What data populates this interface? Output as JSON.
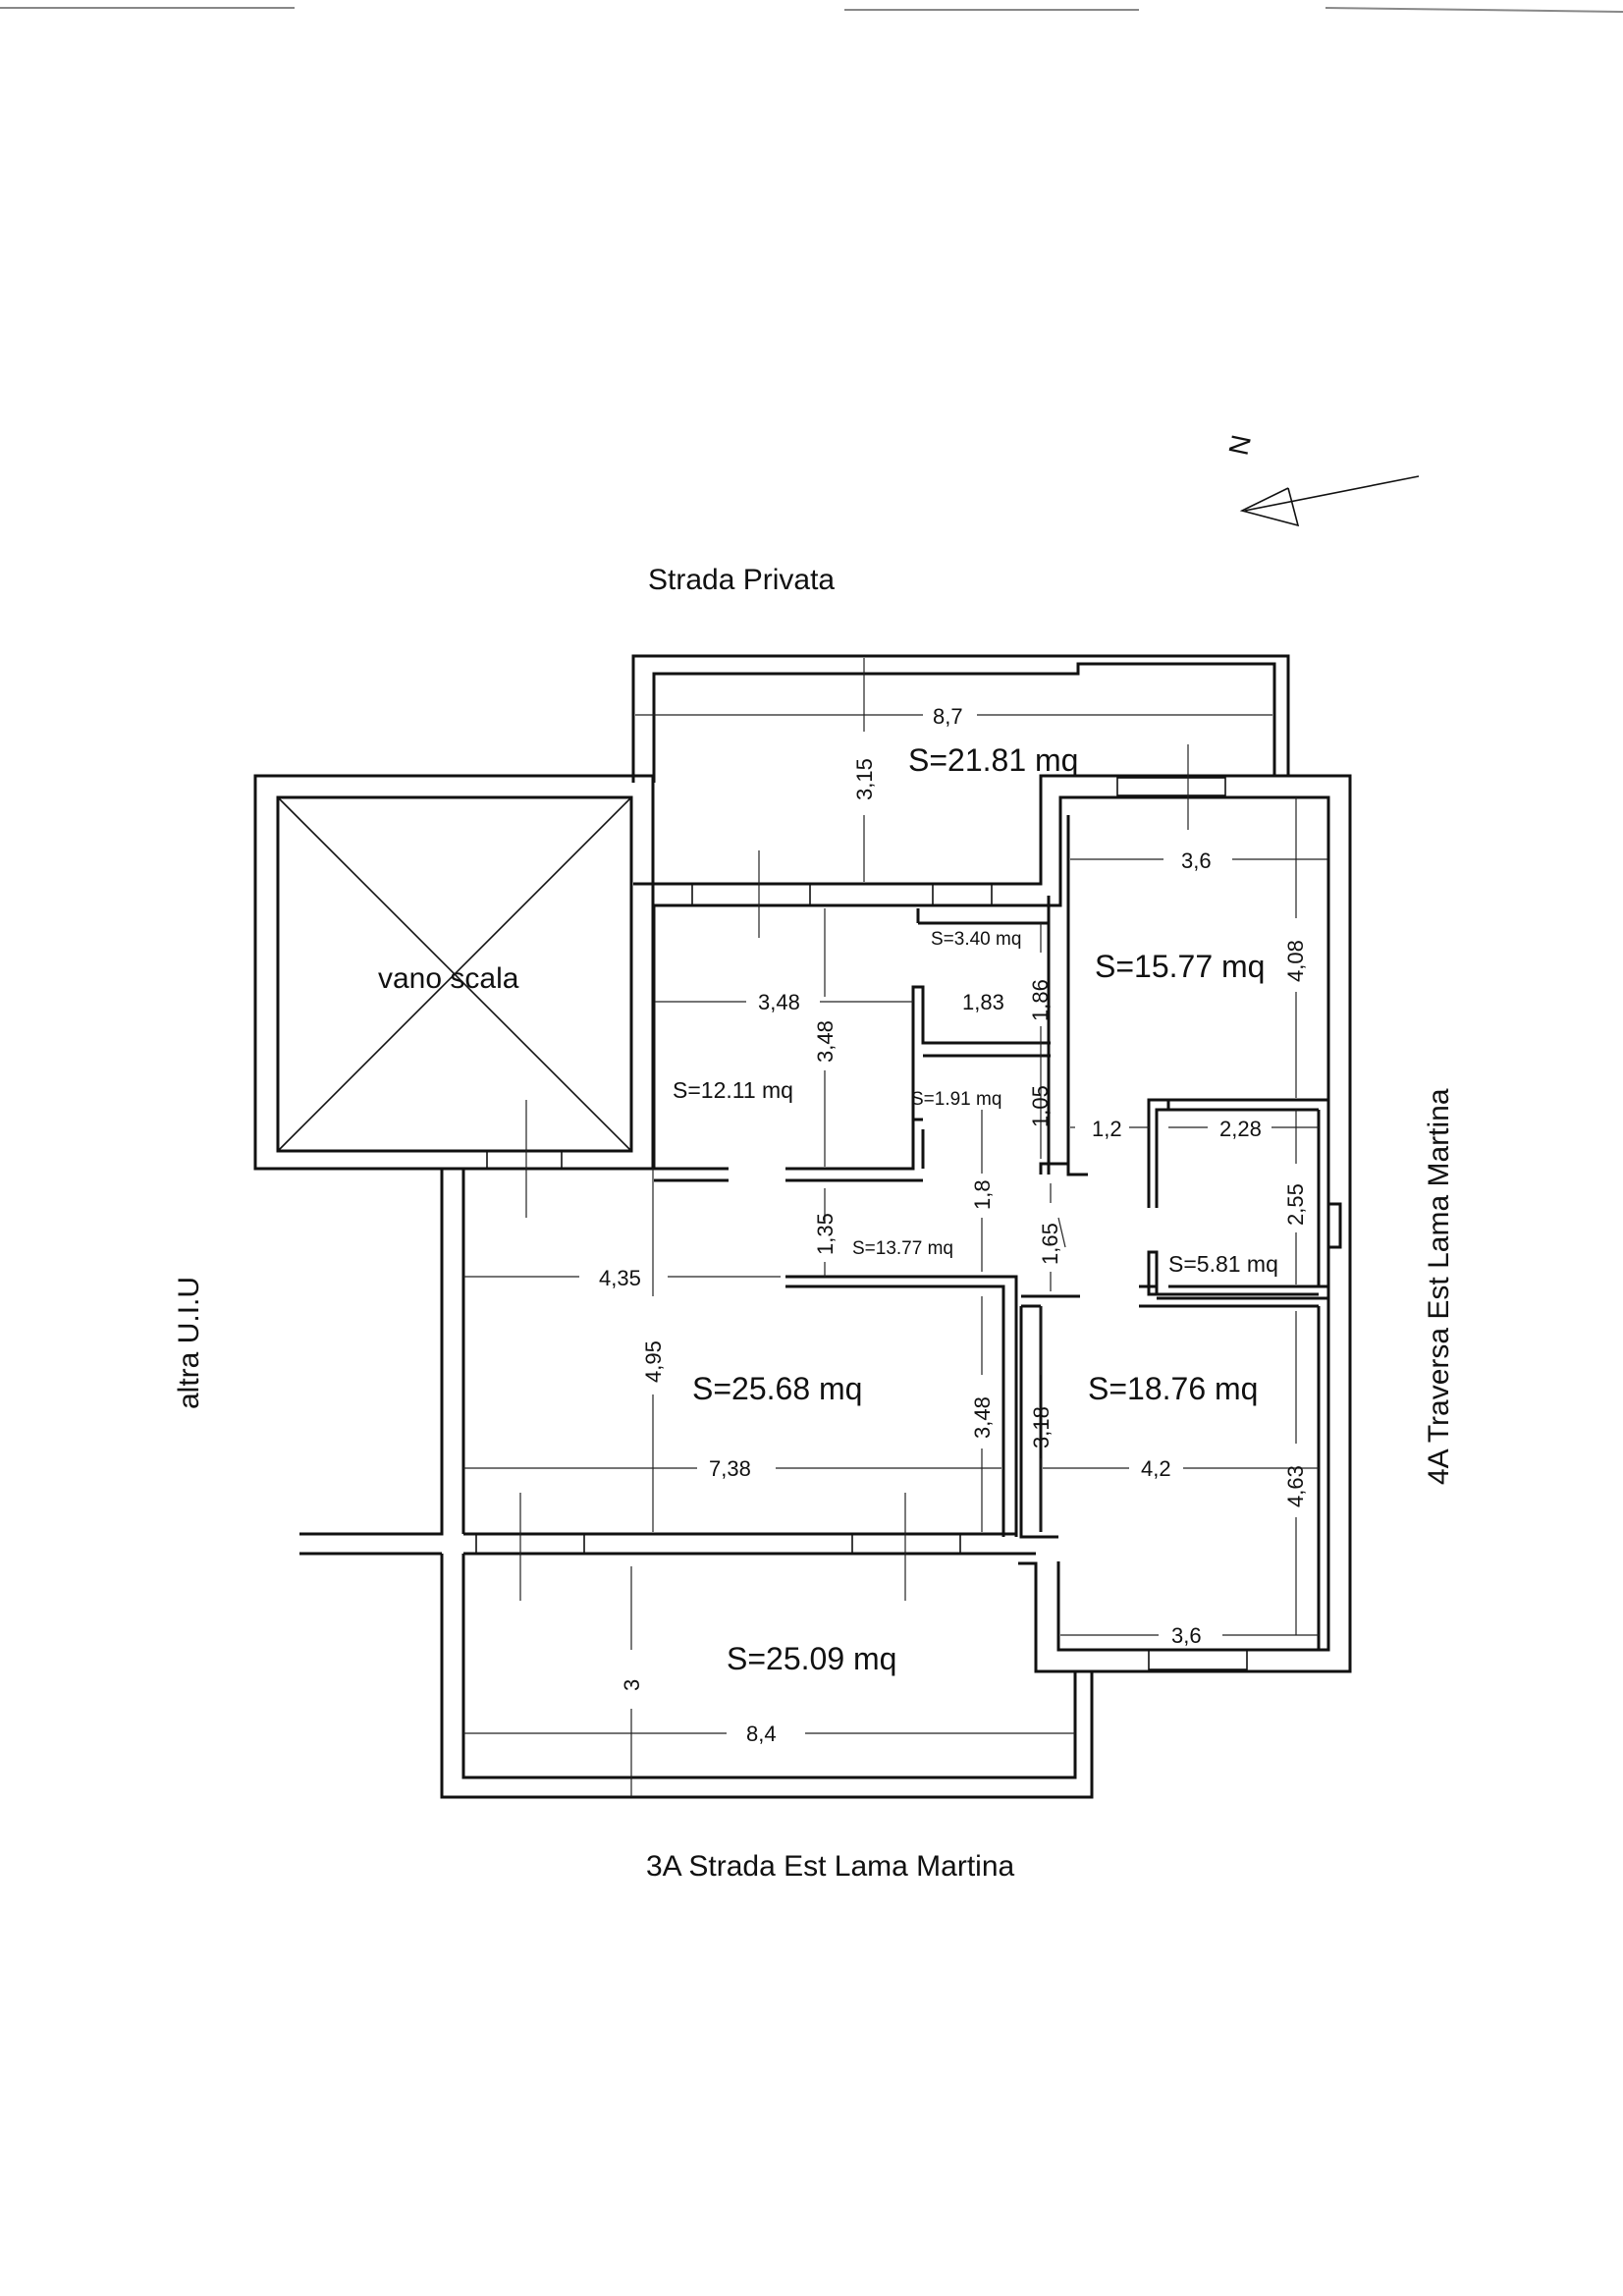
{
  "street_labels": {
    "top": "Strada Privata",
    "bottom": "3A Strada Est Lama Martina",
    "right": "4A Traversa Est Lama Martina",
    "left": "altra U.I.U"
  },
  "north_label": "N",
  "stair_label": "vano scala",
  "areas": {
    "terrace_top": "S=21.81 mq",
    "room_ne": "S=15.77 mq",
    "bath_1": "S=3.40 mq",
    "bath_2": "S=1.91 mq",
    "room_nw": "S=12.11 mq",
    "hall": "S=13.77 mq",
    "living": "S=25.68 mq",
    "small_e": "S=5.81 mq",
    "room_se": "S=18.76 mq",
    "terrace_bottom": "S=25.09 mq"
  },
  "dimensions": {
    "d_8_7": "8,7",
    "d_3_15": "3,15",
    "d_3_6_top": "3,6",
    "d_4_08": "4,08",
    "d_3_48_h": "3,48",
    "d_3_48_v": "3,48",
    "d_1_83": "1,83",
    "d_1_86": "1,86",
    "d_1_05": "1,05",
    "d_1_2": "1,2",
    "d_2_28": "2,28",
    "d_2_55": "2,55",
    "d_1_35": "1,35",
    "d_1_8": "1,8",
    "d_1_65": "1,65",
    "d_4_35": "4,35",
    "d_4_95": "4,95",
    "d_3_48_liv": "3,48",
    "d_3_18": "3,18",
    "d_7_38": "7,38",
    "d_4_2": "4,2",
    "d_4_63": "4,63",
    "d_3_6_bot": "3,6",
    "d_3": "3",
    "d_8_4": "8,4"
  }
}
